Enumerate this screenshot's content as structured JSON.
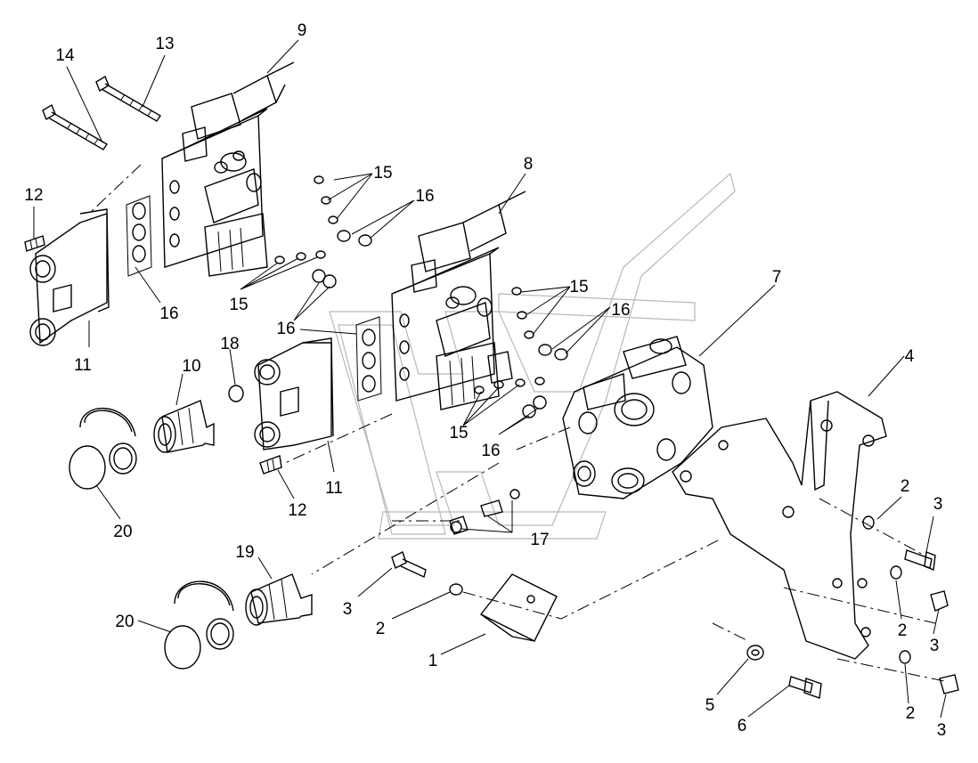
{
  "callouts": [
    {
      "id": "c14",
      "text": "14"
    },
    {
      "id": "c13",
      "text": "13"
    },
    {
      "id": "c9",
      "text": "9"
    },
    {
      "id": "c15a",
      "text": "15"
    },
    {
      "id": "c16a",
      "text": "16"
    },
    {
      "id": "c8",
      "text": "8"
    },
    {
      "id": "c12a",
      "text": "12"
    },
    {
      "id": "c16b",
      "text": "16"
    },
    {
      "id": "c15b",
      "text": "15"
    },
    {
      "id": "c15c",
      "text": "15"
    },
    {
      "id": "c16c",
      "text": "16"
    },
    {
      "id": "c16d",
      "text": "16"
    },
    {
      "id": "c7",
      "text": "7"
    },
    {
      "id": "c11a",
      "text": "11"
    },
    {
      "id": "c18",
      "text": "18"
    },
    {
      "id": "c10",
      "text": "10"
    },
    {
      "id": "c4",
      "text": "4"
    },
    {
      "id": "c15d",
      "text": "15"
    },
    {
      "id": "c16e",
      "text": "16"
    },
    {
      "id": "c11b",
      "text": "11"
    },
    {
      "id": "c12b",
      "text": "12"
    },
    {
      "id": "c20a",
      "text": "20"
    },
    {
      "id": "c2a",
      "text": "2"
    },
    {
      "id": "c3a",
      "text": "3"
    },
    {
      "id": "c17",
      "text": "17"
    },
    {
      "id": "c19",
      "text": "19"
    },
    {
      "id": "c3b",
      "text": "3"
    },
    {
      "id": "c2b",
      "text": "2"
    },
    {
      "id": "c20b",
      "text": "20"
    },
    {
      "id": "c1",
      "text": "1"
    },
    {
      "id": "c2c",
      "text": "2"
    },
    {
      "id": "c3c",
      "text": "3"
    },
    {
      "id": "c5",
      "text": "5"
    },
    {
      "id": "c6",
      "text": "6"
    },
    {
      "id": "c2d",
      "text": "2"
    },
    {
      "id": "c3d",
      "text": "3"
    }
  ]
}
